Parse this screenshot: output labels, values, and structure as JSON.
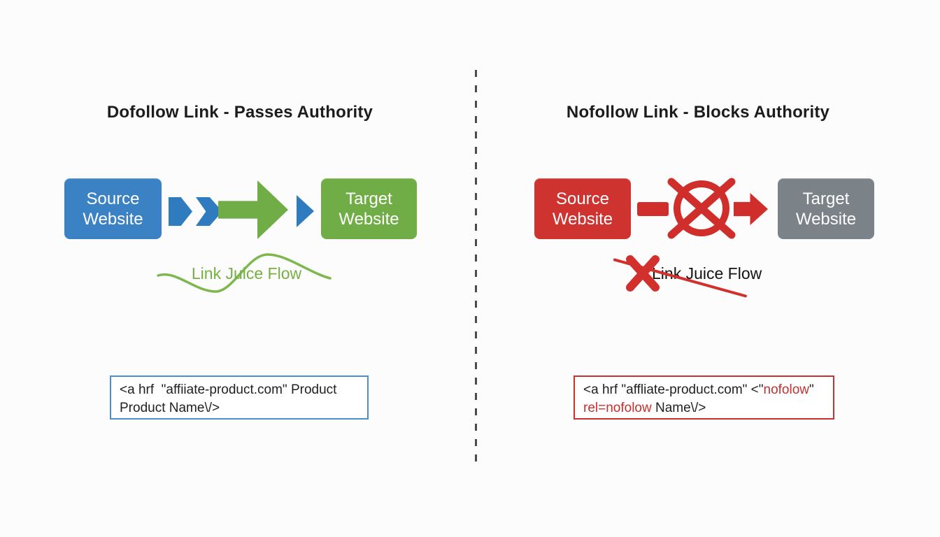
{
  "colors": {
    "blue_box": "#3b82c4",
    "blue_arrow": "#2f7bbf",
    "green_box": "#70ad47",
    "red_box": "#cf3330",
    "red_icon": "#cf2e2b",
    "gray_box": "#7b8288",
    "wave_green": "#7cb84e",
    "flow_label_green": "#76b043",
    "divider_gray": "#4b4b4b",
    "code_red_text": "#c5302d",
    "left_code_border": "#4a8fd0",
    "right_code_border": "#c63331"
  },
  "left_panel": {
    "title": "Dofollow Link - Passes Authority",
    "source_box": {
      "line1": "Source",
      "line2": "Website"
    },
    "target_box": {
      "line1": "Target",
      "line2": "Website"
    },
    "flow_label": "Link Juice Flow",
    "code": {
      "line1": "<a hrf  \"affiiate-product.com\" Product",
      "line2": "Product Name\\/>"
    }
  },
  "right_panel": {
    "title": "Nofollow Link - Blocks Authority",
    "source_box": {
      "line1": "Source",
      "line2": "Website"
    },
    "target_box": {
      "line1": "Target",
      "line2": "Website"
    },
    "flow_label": "Link Juice Flow",
    "code": {
      "line1_pre": "<a hrf \"affliate-product.com\" <\"",
      "line1_red": "nofolow",
      "line1_post": "\"",
      "line2_red": "rel=nofolow",
      "line2_post": " Name\\/>"
    }
  }
}
